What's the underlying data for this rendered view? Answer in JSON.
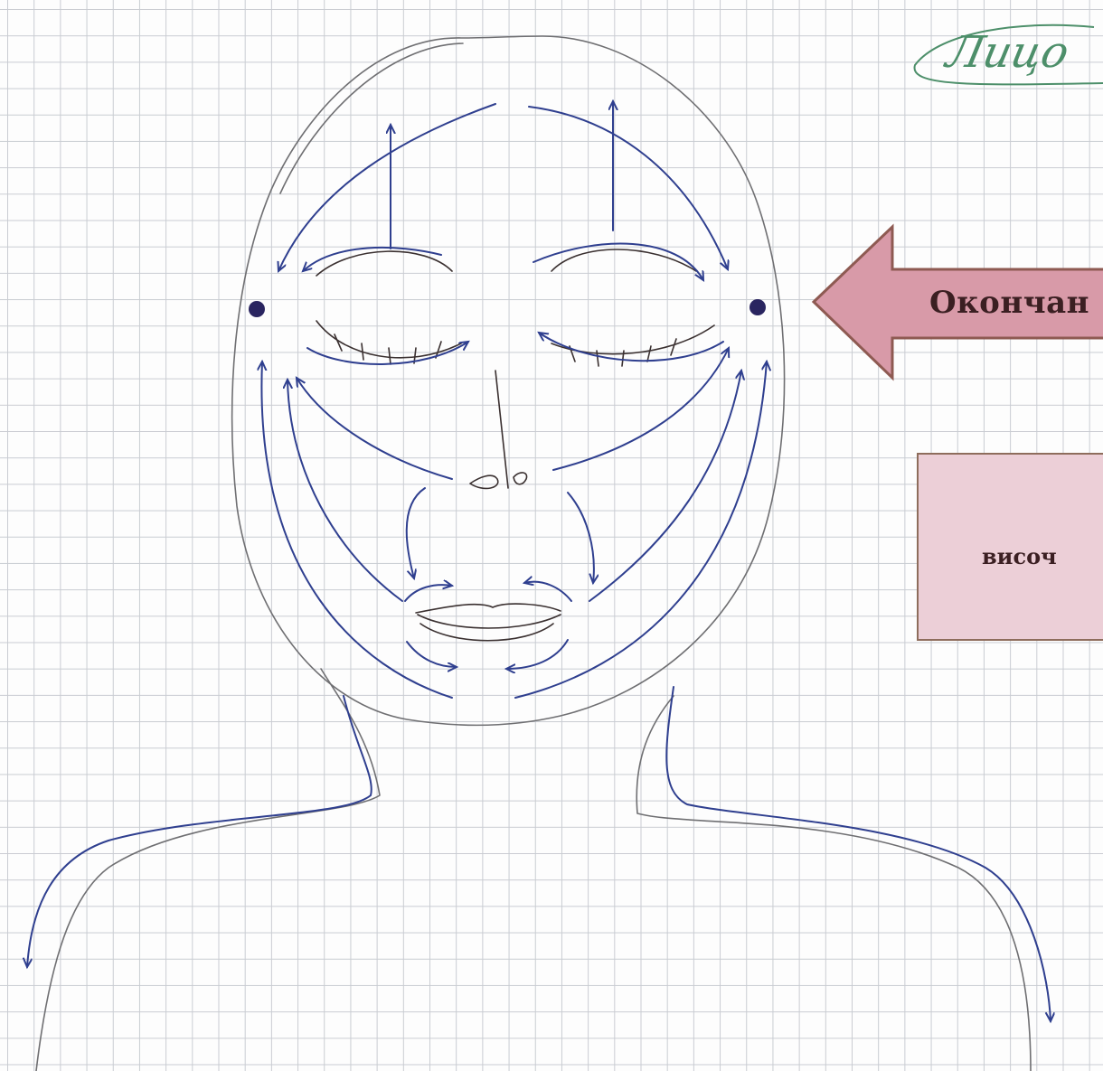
{
  "handwritten_title": "Лицо",
  "callout_arrow": {
    "label": "Окончан",
    "fill_color": "#d89aa8",
    "border_color": "#8e5a52"
  },
  "info_box": {
    "label": "височ",
    "fill_color": "#eccfd7",
    "border_color": "#8e6d5c"
  },
  "ink_colors": {
    "pencil": "#6f6f72",
    "pen": "#2f3f8f",
    "title_ink": "#4d8f6a"
  }
}
